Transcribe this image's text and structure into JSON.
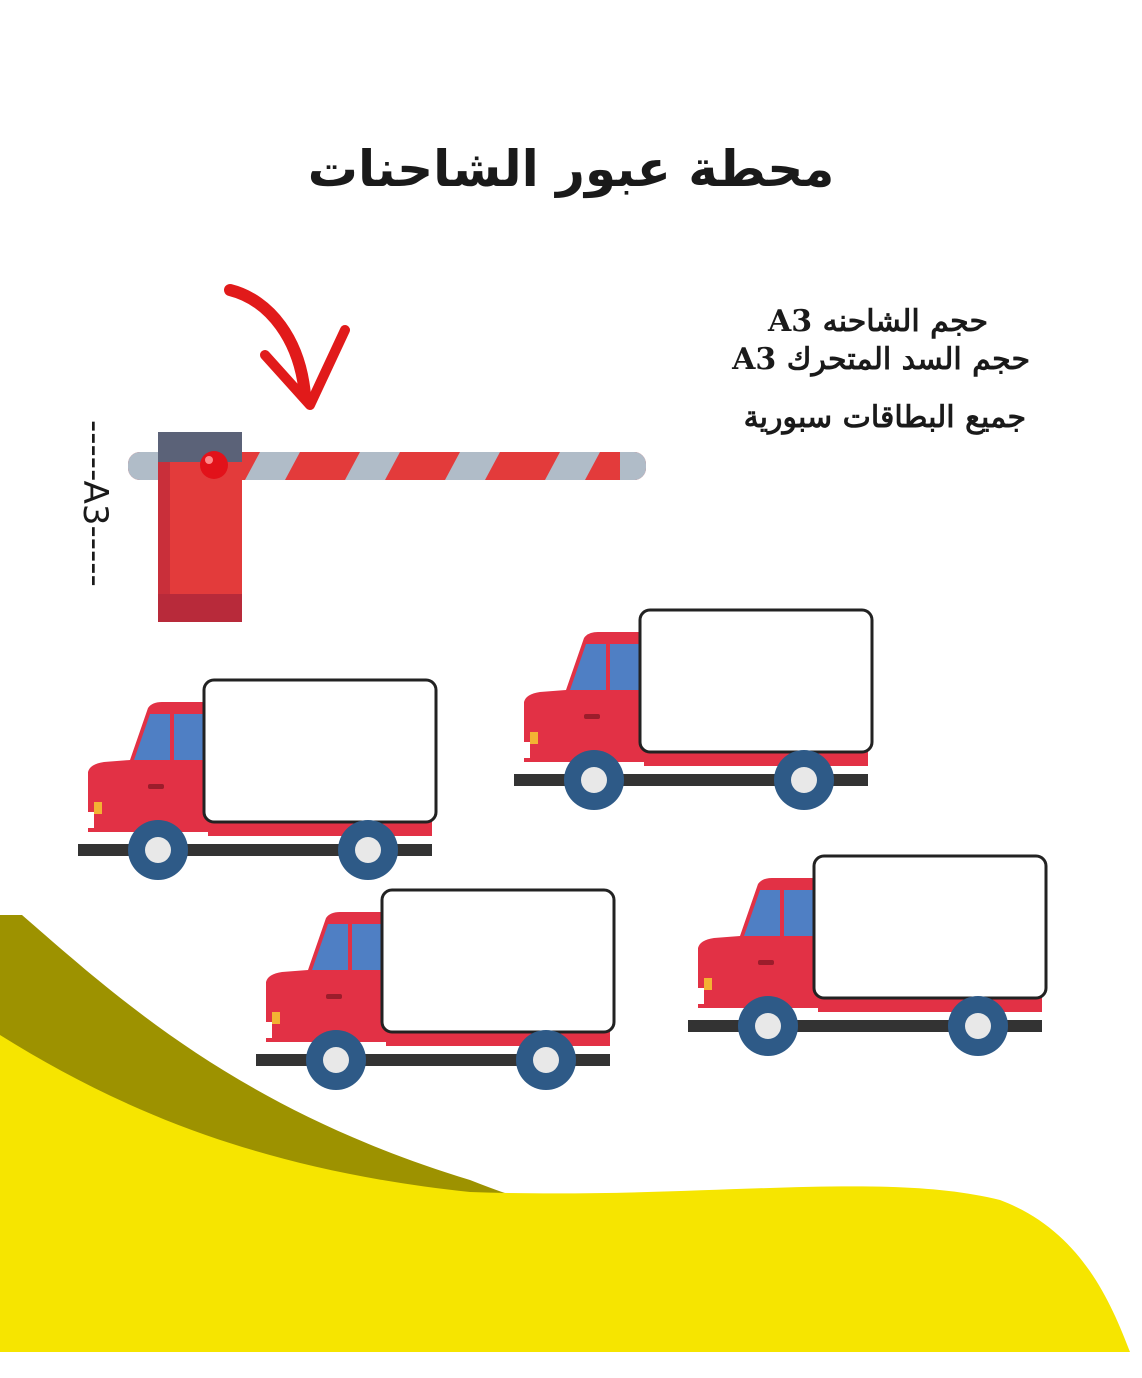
{
  "title": "محطة عبور الشاحنات",
  "info": {
    "truck_size": "حجم الشاحنه A3",
    "barrier_size": "حجم السد المتحرك A3",
    "cards": "جميع البطاقات سبورية"
  },
  "barrier_side_label": "-----A3-----",
  "colors": {
    "truck_red": "#e23145",
    "truck_window": "#4f7fc4",
    "wheel": "#2e5a87",
    "barrier_red": "#e33b3b",
    "barrier_stripe": "#b0bcc8",
    "wave_yellow": "#f6e500",
    "wave_olive": "#9d9200",
    "arrow_red": "#e11a1a"
  },
  "icons": [
    "barrier-gate-icon",
    "red-arrow-icon",
    "truck-icon"
  ]
}
